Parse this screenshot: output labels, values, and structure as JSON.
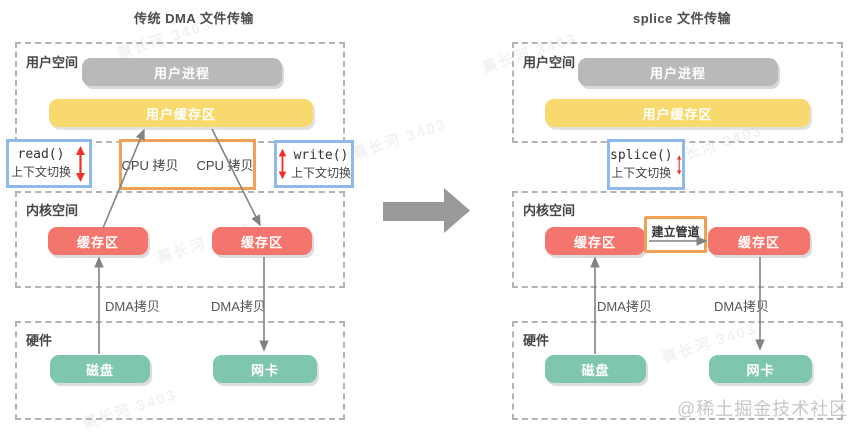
{
  "left": {
    "title": "传统 DMA 文件传输",
    "user_space_label": "用户空间",
    "user_process": "用户进程",
    "user_buffer": "用户缓存区",
    "read_call": "read()",
    "read_context": "上下文切换",
    "cpu_copy_1": "CPU 拷贝",
    "cpu_copy_2": "CPU 拷贝",
    "write_call": "write()",
    "write_context": "上下文切换",
    "kernel_space_label": "内核空间",
    "kernel_buffer_left": "缓存区",
    "kernel_buffer_right": "缓存区",
    "dma_copy_left": "DMA拷贝",
    "dma_copy_right": "DMA拷贝",
    "hardware_label": "硬件",
    "disk": "磁盘",
    "nic": "网卡"
  },
  "right": {
    "title": "splice 文件传输",
    "user_space_label": "用户空间",
    "user_process": "用户进程",
    "user_buffer": "用户缓存区",
    "splice_call": "splice()",
    "splice_context": "上下文切换",
    "pipe_label": "建立管道",
    "kernel_space_label": "内核空间",
    "kernel_buffer_left": "缓存区",
    "kernel_buffer_right": "缓存区",
    "dma_copy_left": "DMA拷贝",
    "dma_copy_right": "DMA拷贝",
    "hardware_label": "硬件",
    "disk": "磁盘",
    "nic": "网卡"
  },
  "footer_watermark": "@稀土掘金技术社区",
  "bg_watermark": "熹长河 3403",
  "colors": {
    "process_gray": "#b9b9b9",
    "buffer_yellow": "#f8d96d",
    "buffer_red": "#f4756d",
    "hardware_green": "#7ec7ad",
    "call_border_blue": "#8fb9e8",
    "copy_border_orange": "#f0a154",
    "context_arrow_red": "#e8332a",
    "flow_line_gray": "#828282",
    "big_arrow_gray": "#999999",
    "dashed_border": "#b3b3b3",
    "watermark_gray": "#c7c7c7"
  }
}
